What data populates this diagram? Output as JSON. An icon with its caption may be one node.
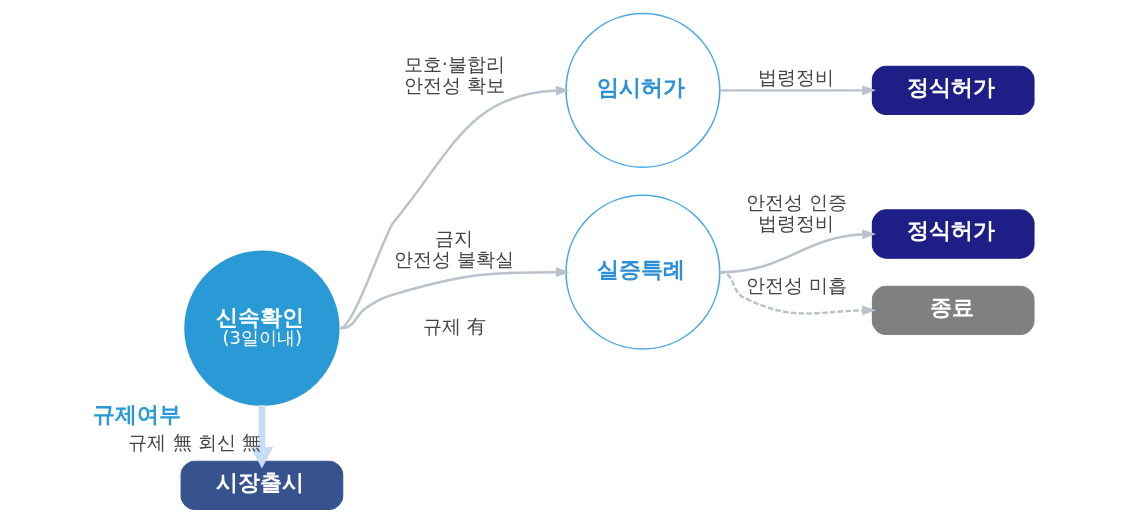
{
  "diagram": {
    "nodes": [
      {
        "text": [
          "규제여부",
          "신속확인",
          "(3일이내)"
        ]
      },
      {
        "text": [
          "시장출시"
        ]
      },
      {
        "text": [
          "임시허가"
        ]
      },
      {
        "text": [
          "실증특례"
        ]
      },
      {
        "text": [
          "정식허가"
        ]
      },
      {
        "text": [
          "정식허가"
        ]
      },
      {
        "text": [
          "종료"
        ]
      }
    ],
    "edges": [
      {
        "from": 0,
        "to": 2,
        "arrow": "to",
        "label": "모호·불합리 안전성 확보"
      },
      {
        "from": 0,
        "to": 3,
        "arrow": "to",
        "label": "금지 안전성 불확실"
      },
      {
        "from": 0,
        "to": 1,
        "arrow": "to",
        "label": "규제 無 회신 無",
        "style": "thick",
        "color": "#c6ddf5"
      },
      {
        "from": 2,
        "to": 4,
        "arrow": "to",
        "label": "법령정비"
      },
      {
        "from": 3,
        "to": 5,
        "arrow": "to",
        "label": "안전성 인증 법령정비"
      },
      {
        "from": 3,
        "to": 6,
        "arrow": "to",
        "label": "안전성 미흡",
        "style": "dashed"
      }
    ],
    "labels": [
      "규제 有"
    ]
  }
}
